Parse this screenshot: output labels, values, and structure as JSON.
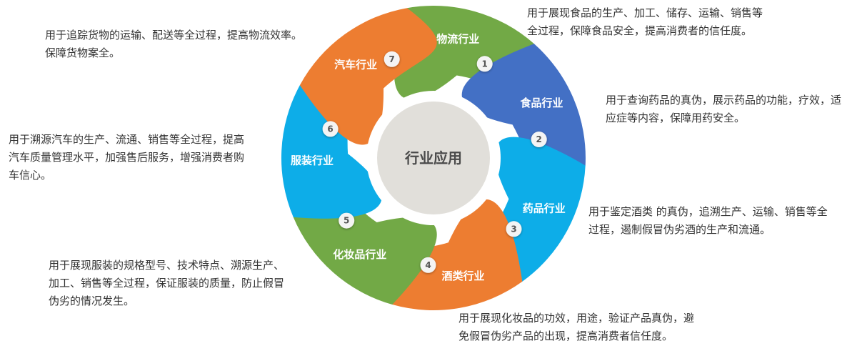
{
  "center": {
    "title": "行业应用"
  },
  "segments": [
    {
      "num": "1",
      "name": "物流行业",
      "color": "#72A946",
      "desc": [
        "用于追踪货物的运输、配送等全过程，提高物流效率。",
        "保障货物案全。"
      ]
    },
    {
      "num": "2",
      "name": "食品行业",
      "color": "#4370C5",
      "desc": [
        "用于展现食品的生产、加工、储存、运输、销售等",
        "全过程，保障食品安全，提高消费者的信任度。"
      ]
    },
    {
      "num": "3",
      "name": "药品行业",
      "color": "#0DADE8",
      "desc": [
        "用于查询药品的真伪，展示药品的功能，疗效，适",
        "应症等内容，保障用药安全。"
      ]
    },
    {
      "num": "4",
      "name": "酒类行业",
      "color": "#ED7D31",
      "desc": [
        "用于鉴定酒类 的真伪，追溯生产、运输、销售等全",
        "过程，遏制假冒伪劣酒的生产和流通。"
      ]
    },
    {
      "num": "5",
      "name": "化妆品行业",
      "color": "#72A946",
      "desc": [
        "用于展现化妆品的功效，用途，验证产品真伪，避",
        "免假冒伪劣产品的出现，提高消费者信任度。"
      ]
    },
    {
      "num": "6",
      "name": "服装行业",
      "color": "#0DADE8",
      "desc": [
        "用于展现服装的规格型号、技术特点、溯源生产、",
        "加工、销售等全过程，保证服装的质量，防止假冒",
        "伪劣的情况发生。"
      ]
    },
    {
      "num": "7",
      "name": "汽车行业",
      "color": "#ED7D31",
      "desc": [
        "用于溯源汽车的生产、流通、销售等全过程，提高",
        "汽车质量管理水平，加强售后服务，增强消费者购",
        "车信心。"
      ]
    }
  ]
}
